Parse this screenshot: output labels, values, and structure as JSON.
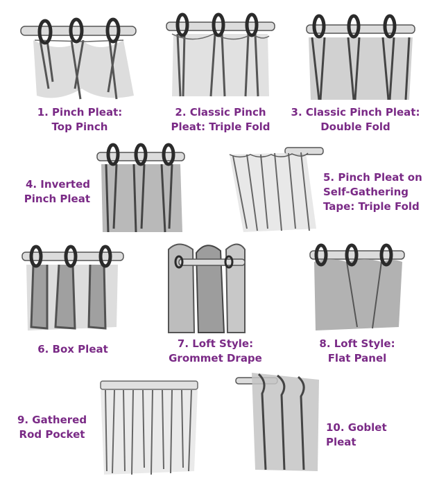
{
  "label_color": "#7a2a86",
  "items": [
    {
      "lines": [
        "1. Pinch Pleat:",
        "Top Pinch"
      ],
      "icon": "pinch-pleat-top-pinch-icon"
    },
    {
      "lines": [
        "2. Classic Pinch",
        "Pleat: Triple Fold"
      ],
      "icon": "classic-pinch-pleat-triple-fold-icon"
    },
    {
      "lines": [
        "3. Classic Pinch Pleat:",
        "Double Fold"
      ],
      "icon": "classic-pinch-pleat-double-fold-icon"
    },
    {
      "lines": [
        "4. Inverted",
        "Pinch Pleat"
      ],
      "icon": "inverted-pinch-pleat-icon"
    },
    {
      "lines": [
        "5. Pinch Pleat on",
        "Self-Gathering",
        "Tape: Triple Fold"
      ],
      "icon": "pinch-pleat-self-gathering-tape-icon"
    },
    {
      "lines": [
        "6. Box Pleat"
      ],
      "icon": "box-pleat-icon"
    },
    {
      "lines": [
        "7. Loft Style:",
        "Grommet Drape"
      ],
      "icon": "loft-style-grommet-drape-icon"
    },
    {
      "lines": [
        "8. Loft Style:",
        "Flat Panel"
      ],
      "icon": "loft-style-flat-panel-icon"
    },
    {
      "lines": [
        "9. Gathered",
        "Rod Pocket"
      ],
      "icon": "gathered-rod-pocket-icon"
    },
    {
      "lines": [
        "10. Goblet",
        "Pleat"
      ],
      "icon": "goblet-pleat-icon"
    }
  ]
}
